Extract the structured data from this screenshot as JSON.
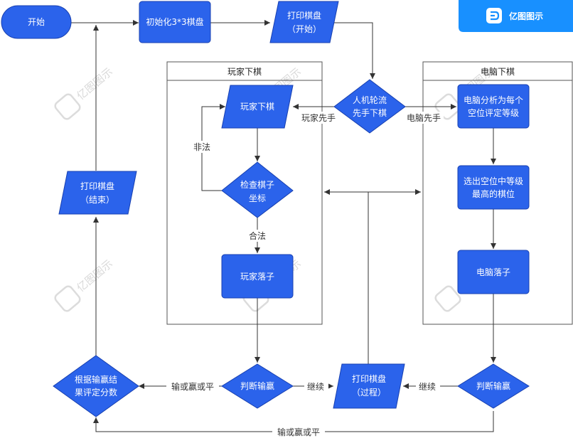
{
  "brand": {
    "name": "亿图图示",
    "color": "#1890ff"
  },
  "watermark": "亿图图示",
  "colors": {
    "node_fill": "#2b63eb",
    "node_stroke": "#1840b0",
    "edge": "#333333",
    "lane_stroke": "#555555"
  },
  "lanes": {
    "player": "玩家下棋",
    "computer": "电脑下棋"
  },
  "nodes": {
    "start": "开始",
    "init": "初始化3*3棋盘",
    "print_start": [
      "打印棋盘",
      "（开始）"
    ],
    "turn": [
      "人机轮流",
      "先手下棋"
    ],
    "player_move": "玩家下棋",
    "check": [
      "检查棋子",
      "坐标"
    ],
    "player_place": "玩家落子",
    "judge_player": "判断输赢",
    "print_process": [
      "打印棋盘",
      "（过程）"
    ],
    "judge_computer": "判断输赢",
    "computer_analyze": [
      "电脑分析为每个",
      "空位评定等级"
    ],
    "computer_select": [
      "选出空位中等级",
      "最高的棋位"
    ],
    "computer_place": "电脑落子",
    "score": [
      "根据输赢结",
      "果评定分数"
    ],
    "print_end": [
      "打印棋盘",
      "（结束）"
    ]
  },
  "edge_labels": {
    "player_first": "玩家先手",
    "computer_first": "电脑先手",
    "illegal": "非法",
    "legal": "合法",
    "continue_1": "继续",
    "continue_2": "继续",
    "result_1": "输或赢或平",
    "result_2": "输或赢或平"
  }
}
